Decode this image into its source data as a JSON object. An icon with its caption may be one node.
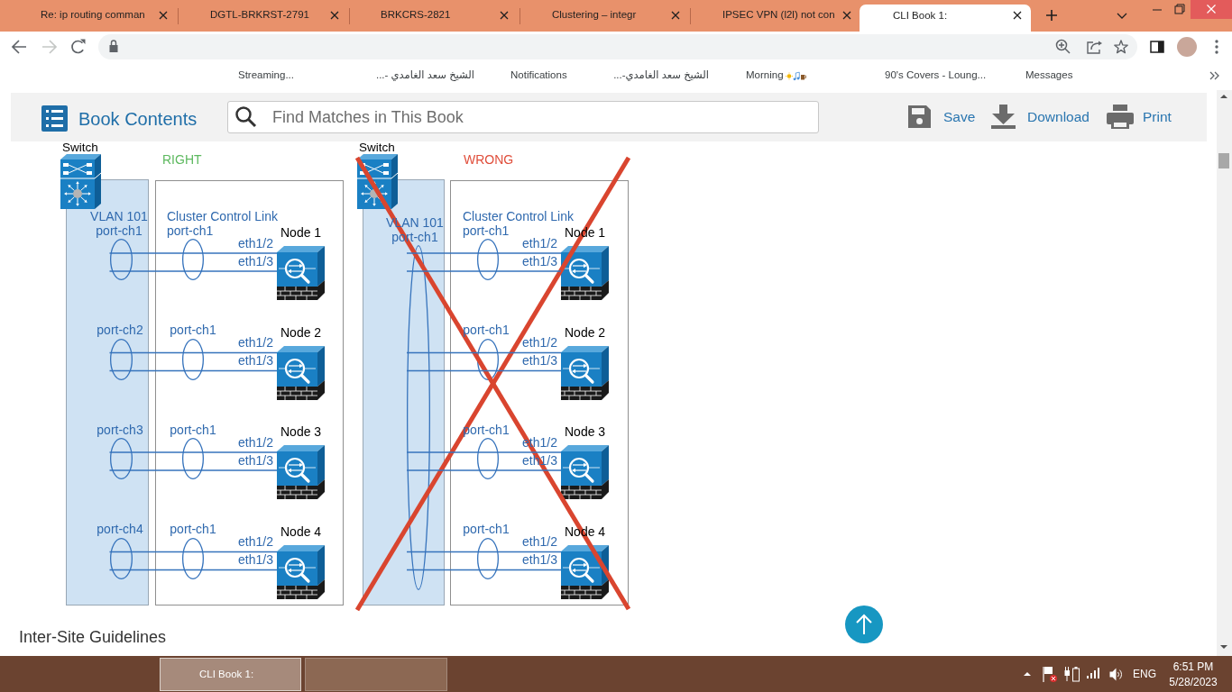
{
  "diagram": {
    "nodes": [
      {
        "text": [
          "Switch"
        ]
      },
      {
        "text": [],
        "shape": "box"
      },
      {
        "text": [
          "VLAN 101 port-ch1"
        ],
        "in": 1
      },
      {
        "text": [
          "port-ch2"
        ],
        "in": 1
      },
      {
        "text": [
          "port-ch3"
        ],
        "in": 1
      },
      {
        "text": [
          "port-ch4"
        ],
        "in": 1
      },
      {
        "text": [],
        "shape": "box"
      },
      {
        "text": [
          "Cluster Control Link port-ch1"
        ],
        "in": 6
      },
      {
        "text": [
          "Node 1"
        ],
        "in": 6
      },
      {
        "text": [
          "port-ch1"
        ],
        "in": 6
      },
      {
        "text": [
          "Node 2"
        ],
        "in": 6
      },
      {
        "text": [
          "port-ch1"
        ],
        "in": 6
      },
      {
        "text": [
          "Node 3"
        ],
        "in": 6
      },
      {
        "text": [
          "port-ch1"
        ],
        "in": 6
      },
      {
        "text": [
          "Node 4"
        ],
        "in": 6
      },
      {
        "text": [
          "Switch"
        ]
      },
      {
        "text": [],
        "shape": "box"
      },
      {
        "text": [
          "VLAN 101 port-ch1"
        ],
        "in": 16
      },
      {
        "text": [],
        "shape": "box"
      },
      {
        "text": [
          "Cluster Control Link port-ch1"
        ],
        "in": 18
      },
      {
        "text": [
          "Node 1"
        ],
        "in": 18
      },
      {
        "text": [
          "port-ch1"
        ],
        "in": 18
      },
      {
        "text": [
          "Node 2"
        ],
        "in": 18
      },
      {
        "text": [
          "port-ch1"
        ],
        "in": 18
      },
      {
        "text": [
          "Node 3"
        ],
        "in": 18
      },
      {
        "text": [
          "port-ch1"
        ],
        "in": 18
      },
      {
        "text": [
          "Node 4"
        ],
        "in": 18
      }
    ],
    "edges": [
      {
        "from": 2,
        "to": 7,
        "arrow": "none"
      },
      {
        "from": 7,
        "to": 8,
        "arrow": "none",
        "label": "eth1/2"
      },
      {
        "from": 2,
        "to": 7,
        "arrow": "none"
      },
      {
        "from": 7,
        "to": 8,
        "arrow": "none",
        "label": "eth1/3"
      },
      {
        "from": 3,
        "to": 9,
        "arrow": "none"
      },
      {
        "from": 9,
        "to": 10,
        "arrow": "none",
        "label": "eth1/2"
      },
      {
        "from": 3,
        "to": 9,
        "arrow": "none"
      },
      {
        "from": 9,
        "to": 10,
        "arrow": "none",
        "label": "eth1/3"
      },
      {
        "from": 4,
        "to": 11,
        "arrow": "none"
      },
      {
        "from": 11,
        "to": 12,
        "arrow": "none",
        "label": "eth1/2"
      },
      {
        "from": 4,
        "to": 11,
        "arrow": "none"
      },
      {
        "from": 11,
        "to": 12,
        "arrow": "none",
        "label": "eth1/3"
      },
      {
        "from": 5,
        "to": 13,
        "arrow": "none"
      },
      {
        "from": 13,
        "to": 14,
        "arrow": "none",
        "label": "eth1/2"
      },
      {
        "from": 5,
        "to": 13,
        "arrow": "none"
      },
      {
        "from": 13,
        "to": 14,
        "arrow": "none",
        "label": "eth1/3"
      },
      {
        "from": 17,
        "to": 19,
        "arrow": "none"
      },
      {
        "from": 19,
        "to": 20,
        "arrow": "none",
        "label": "eth1/2"
      },
      {
        "from": 17,
        "to": 19,
        "arrow": "none"
      },
      {
        "from": 19,
        "to": 20,
        "arrow": "none",
        "label": "eth1/3"
      },
      {
        "from": 17,
        "to": 21,
        "arrow": "none"
      },
      {
        "from": 21,
        "to": 22,
        "arrow": "none",
        "label": "eth1/2"
      },
      {
        "from": 17,
        "to": 21,
        "arrow": "none"
      },
      {
        "from": 21,
        "to": 22,
        "arrow": "none",
        "label": "eth1/3"
      },
      {
        "from": 17,
        "to": 23,
        "arrow": "none"
      },
      {
        "from": 23,
        "to": 24,
        "arrow": "none",
        "label": "eth1/2"
      },
      {
        "from": 17,
        "to": 23,
        "arrow": "none"
      },
      {
        "from": 23,
        "to": 24,
        "arrow": "none",
        "label": "eth1/3"
      },
      {
        "from": 17,
        "to": 25,
        "arrow": "none"
      },
      {
        "from": 25,
        "to": 26,
        "arrow": "none",
        "label": "eth1/2"
      },
      {
        "from": 17,
        "to": 25,
        "arrow": "none"
      },
      {
        "from": 25,
        "to": 26,
        "arrow": "none",
        "label": "eth1/3"
      }
    ],
    "labels": [
      "Re: ip routing comman",
      "DGTL-BRKRST-2791",
      "BRKCRS-2821",
      "Clustering – integr",
      "IPSEC VPN (l2l) not con",
      "CLI Book 1:",
      "Streaming...",
      "الشيخ سعد الغامدي -...",
      "Notifications",
      "الشيخ سعد الغامدي-...",
      "Morning",
      "90's Covers - Loung...",
      "Messages",
      "Book Contents",
      "Find Matches in This Book",
      "Save",
      "Download",
      "Print",
      "RIGHT",
      "WRONG",
      "Inter-Site Guidelines",
      "CLI Book 1:",
      "ENG",
      "6:51 PM",
      "5/28/2023"
    ]
  }
}
